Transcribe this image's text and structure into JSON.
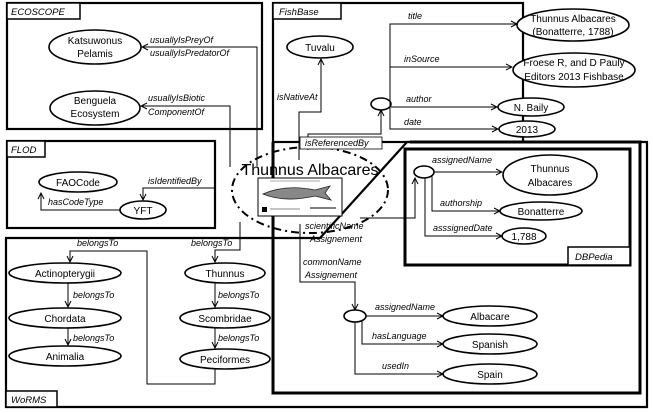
{
  "groups": {
    "ecoscope": "ECOSCOPE",
    "flod": "FLOD",
    "fishbase": "FishBase",
    "dbpedia": "DBPedia",
    "worms": "WoRMS"
  },
  "center": {
    "label": "Thunnus Albacares"
  },
  "ecoscope": {
    "katsuwonus": [
      "Katsuwonus",
      "Pelamis"
    ],
    "benguela": [
      "Benguela",
      "Ecosystem"
    ],
    "edge_prey": [
      "usuallyIsPreyOf",
      "usuallyIsPredatorOf"
    ],
    "edge_biotic": [
      "usuallyIsBiotic",
      "ComponentOf"
    ]
  },
  "flod": {
    "faocode": "FAOCode",
    "yft": "YFT",
    "edge_identified": "isIdentifiedBy",
    "edge_codetype": "hasCodeType"
  },
  "fishbase": {
    "tuvalu": "Tuvalu",
    "edge_native": "isNativeAt",
    "edge_referenced": "isReferencedBy",
    "edge_title": "title",
    "title_value": [
      "Thunnus Albacares",
      "(Bonatterre, 1788)"
    ],
    "edge_source": "inSource",
    "source_value": [
      "Froese R, and D Pauly",
      "Editors 2013 Fishbase"
    ],
    "edge_author": "author",
    "author_value": "N. Baily",
    "edge_date": "date",
    "date_value": "2013",
    "edge_scientific": [
      "scientificName",
      "Assignement"
    ],
    "edge_common": [
      "commonName",
      "Assignement"
    ],
    "edge_assigned_common": "assignedName",
    "common_value": "Albacare",
    "edge_language": "hasLanguage",
    "language_value": "Spanish",
    "edge_used": "usedIn",
    "used_value": "Spain"
  },
  "dbpedia": {
    "edge_assigned": "assignedName",
    "name_value": [
      "Thunnus",
      "Albacares"
    ],
    "edge_authorship": "authorship",
    "authorship_value": "Bonatterre",
    "edge_date": "asssignedDate",
    "date_value": "1,788"
  },
  "worms": {
    "edge_belongs": "belongsTo",
    "actinopterygii": "Actinopterygii",
    "chordata": "Chordata",
    "animalia": "Animalia",
    "thunnus": "Thunnus",
    "scombridae": "Scombridae",
    "peciformes": "Peciformes"
  }
}
